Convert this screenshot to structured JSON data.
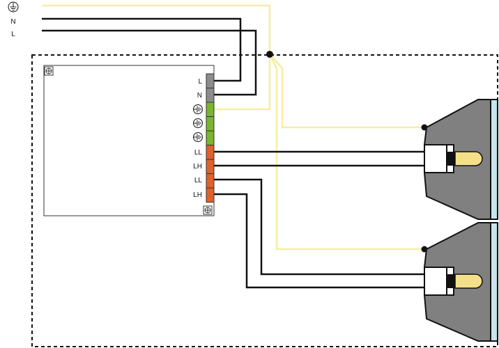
{
  "supply": {
    "n_label": "N",
    "l_label": "L",
    "earth_icon": "earth-ground-circled-icon"
  },
  "driver": {
    "terminals": [
      {
        "label": "L",
        "kind": "text",
        "color": "#8c8c8c"
      },
      {
        "label": "N",
        "kind": "text",
        "color": "#8c8c8c"
      },
      {
        "label": "",
        "kind": "earth-ground-circled-icon",
        "color": "#7ab52c"
      },
      {
        "label": "",
        "kind": "earth-ground-circled-icon",
        "color": "#7ab52c"
      },
      {
        "label": "",
        "kind": "earth-ground-circled-icon",
        "color": "#7ab52c"
      },
      {
        "label": "LL",
        "kind": "text",
        "color": "#e0612a"
      },
      {
        "label": "LH",
        "kind": "text",
        "color": "#e0612a"
      },
      {
        "label": "LL",
        "kind": "text",
        "color": "#e0612a"
      },
      {
        "label": "LH",
        "kind": "text",
        "color": "#e0612a"
      }
    ],
    "corner_icon": "class-i-earth-icon"
  },
  "colors": {
    "earth_wire": "#f6ef9f",
    "conductor": "#111111",
    "fixture_body": "#808080",
    "fixture_lens": "#c9e3ec",
    "lamp": "#f5e08a"
  }
}
